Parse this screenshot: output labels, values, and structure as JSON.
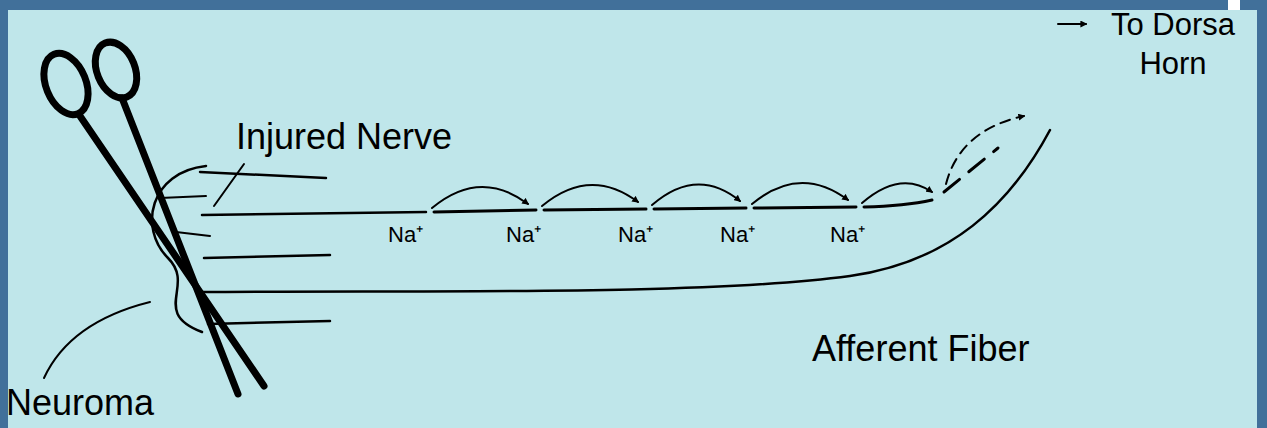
{
  "diagram": {
    "labels": [
      "To Dorsa Horn",
      "Injured Nerve",
      "Na⁺",
      "Na⁺",
      "Na⁺",
      "Na⁺",
      "Na⁺",
      "Afferent Fiber",
      "Neuroma"
    ]
  }
}
